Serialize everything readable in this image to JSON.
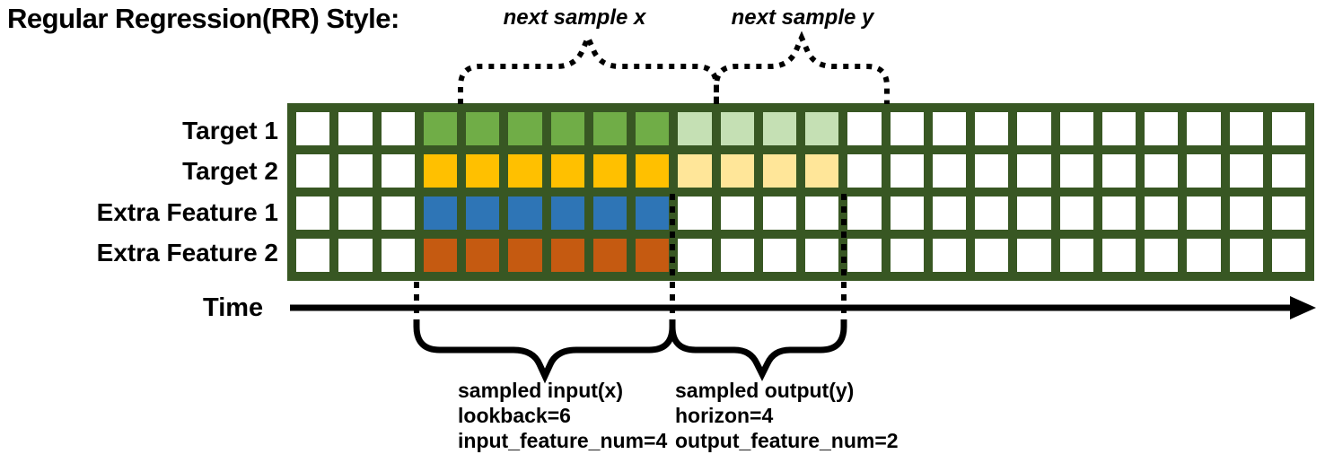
{
  "title": "Regular Regression(RR) Style:",
  "top_annotations": {
    "next_sample_x": "next sample x",
    "next_sample_y": "next sample y"
  },
  "time_axis": {
    "label": "Time"
  },
  "grid": {
    "columns": 24,
    "border_color": "#385723",
    "cell_color": "#ffffff",
    "input_start_col": 3,
    "lookback": 6,
    "horizon": 4,
    "input_feature_num": 4,
    "output_feature_num": 2,
    "rows": [
      {
        "label": "Target 1",
        "input_color": "#70ad47",
        "output_color": "#c5e0b4"
      },
      {
        "label": "Target 2",
        "input_color": "#ffc000",
        "output_color": "#ffe699"
      },
      {
        "label": "Extra Feature 1",
        "input_color": "#2e75b6",
        "output_color": null
      },
      {
        "label": "Extra Feature 2",
        "input_color": "#c55a11",
        "output_color": null
      }
    ]
  },
  "bottom_annotations": {
    "input": {
      "lines": [
        "sampled input(x)",
        "lookback=6",
        "input_feature_num=4"
      ]
    },
    "output": {
      "lines": [
        "sampled output(y)",
        "horizon=4",
        "output_feature_num=2"
      ]
    }
  }
}
